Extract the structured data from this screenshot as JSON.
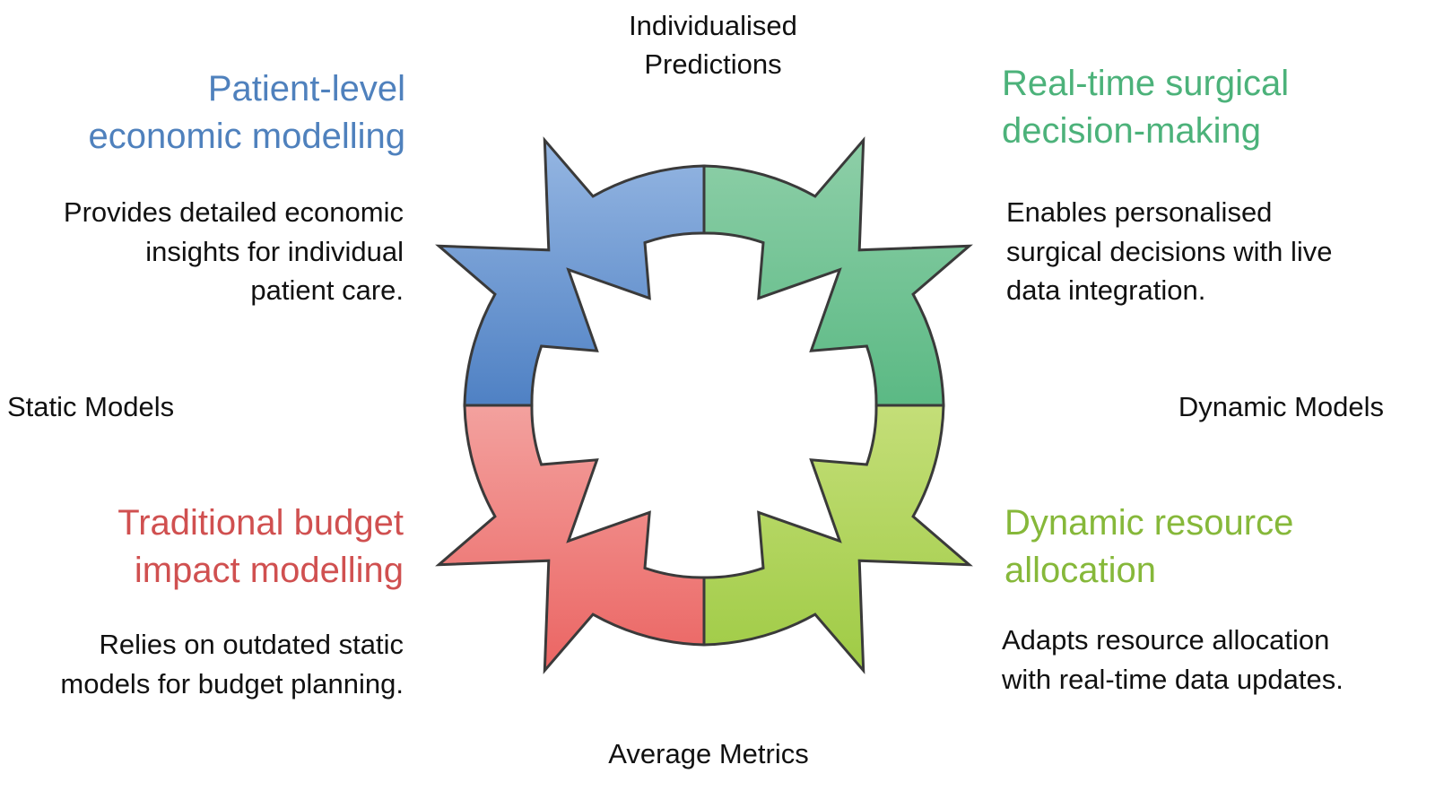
{
  "axes": {
    "top": [
      "Individualised",
      "Predictions"
    ],
    "bottom": "Average Metrics",
    "left": "Static Models",
    "right": "Dynamic Models"
  },
  "quadrants": [
    {
      "id": "top-left",
      "title": [
        "Patient-level",
        "economic modelling"
      ],
      "description": [
        "Provides detailed economic",
        "insights for individual",
        "patient care."
      ],
      "title_color": "#4f81bd",
      "fill_light": "#95b6e2",
      "fill_dark": "#4f81c4",
      "icon": "arrow-segment-icon"
    },
    {
      "id": "top-right",
      "title": [
        "Real-time surgical",
        "decision-making"
      ],
      "description": [
        "Enables personalised",
        "surgical decisions with live",
        "data integration."
      ],
      "title_color": "#4cb27a",
      "fill_light": "#8ecfa8",
      "fill_dark": "#5bb984",
      "icon": "arrow-segment-icon"
    },
    {
      "id": "bottom-left",
      "title": [
        "Traditional budget",
        "impact modelling"
      ],
      "description": [
        "Relies on outdated static",
        "models for budget planning."
      ],
      "title_color": "#d05050",
      "fill_light": "#f3a19e",
      "fill_dark": "#eb6563",
      "icon": "arrow-segment-icon"
    },
    {
      "id": "bottom-right",
      "title": [
        "Dynamic resource",
        "allocation"
      ],
      "description": [
        "Adapts resource allocation",
        "with real-time data updates."
      ],
      "title_color": "#86b83a",
      "fill_light": "#c4de78",
      "fill_dark": "#9fcb45",
      "icon": "arrow-segment-icon"
    }
  ],
  "style": {
    "outline_color": "#3a3a3a"
  }
}
